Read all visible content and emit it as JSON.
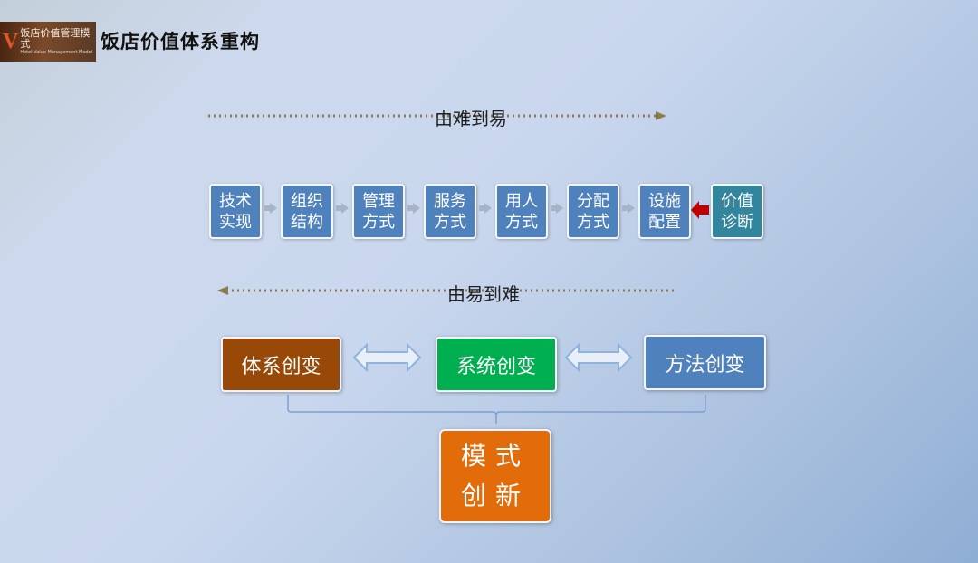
{
  "header": {
    "logo_mark": "V",
    "logo_text": "饭店价值管理模式",
    "logo_subtext": "Hotel Value Management Model",
    "title": "饭店价值体系重构"
  },
  "top_direction": {
    "label": "由难到易"
  },
  "steps": [
    {
      "label": "技术\n实现"
    },
    {
      "label": "组织\n结构"
    },
    {
      "label": "管理\n方式"
    },
    {
      "label": "服务\n方式"
    },
    {
      "label": "用人\n方式"
    },
    {
      "label": "分配\n方式"
    },
    {
      "label": "设施\n配置"
    },
    {
      "label": "价值\n诊断"
    }
  ],
  "bottom_direction": {
    "label": "由易到难"
  },
  "innovations": [
    {
      "label": "体系创变",
      "color": "#984807"
    },
    {
      "label": "系统创变",
      "color": "#00b050"
    },
    {
      "label": "方法创变",
      "color": "#4f81bd"
    }
  ],
  "result": {
    "line1": "模式",
    "line2": "创新",
    "color": "#e36c0a"
  },
  "colors": {
    "step_blue": "#4f81bd",
    "step_teal": "#31859c",
    "red_arrow": "#c00000",
    "dotted_arrow": "#8c7b52"
  }
}
